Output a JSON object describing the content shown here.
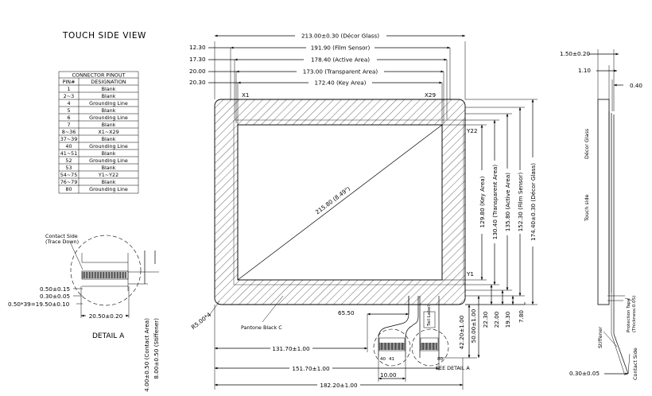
{
  "title": "TOUCH SIDE VIEW",
  "detail_title": "DETAIL A",
  "pinout": {
    "title": "CONNECTOR PINOUT",
    "headers": [
      "PIN#",
      "DESIGNATION"
    ],
    "rows": [
      [
        "1",
        "Blank"
      ],
      [
        "2~3",
        "Blank"
      ],
      [
        "4",
        "Grounding Line"
      ],
      [
        "5",
        "Blank"
      ],
      [
        "6",
        "Grounding Line"
      ],
      [
        "7",
        "Blank"
      ],
      [
        "8~36",
        "X1~X29"
      ],
      [
        "37~39",
        "Blank"
      ],
      [
        "40",
        "Grounding Line"
      ],
      [
        "41~51",
        "Blank"
      ],
      [
        "52",
        "Grounding Line"
      ],
      [
        "53",
        "Blank"
      ],
      [
        "54~75",
        "Y1~Y22"
      ],
      [
        "76~79",
        "Blank"
      ],
      [
        "80",
        "Grounding Line"
      ]
    ]
  },
  "top_dims": {
    "offsets": [
      "12.30",
      "17.30",
      "20.00",
      "20.30"
    ],
    "lines": [
      "213.00±0.30 (Décor Glass)",
      "191.90 (Film Sensor)",
      "178.40 (Active Area)",
      "173.00 (Transparent Area)",
      "172.40 (Key Area)"
    ]
  },
  "labels": {
    "x1": "X1",
    "x29": "X29",
    "y22": "Y22",
    "y1": "Y1",
    "diagonal": "215.80 (8.49\")",
    "radius": "R5.00*4",
    "pantone": "Pantone Black C",
    "see_detail": "SEE DETAIL A",
    "tail_label": "Tail Label",
    "pin40": "40",
    "pin41": "41",
    "pin80": "80"
  },
  "right_dims": [
    "129.80 (Key Area)",
    "130.40 (Transparent Area)",
    "135.80 (Active Area)",
    "152.30 (Film Sensor)",
    "174.40±0.30 (Décor Glass)"
  ],
  "bottom_dims": {
    "d6550": "65.50",
    "vertical": [
      "42.20±1.00",
      "50.00±1.00",
      "22.30",
      "22.00",
      "19.30",
      "7.80"
    ],
    "horizontal": [
      "131.70±1.00",
      "151.70±1.00",
      "10.00",
      "182.20±1.00"
    ]
  },
  "detail_a": {
    "contact_side": [
      "Contact Side",
      "(Trace Down)"
    ],
    "dims": [
      "0.50±0.15",
      "0.30±0.05",
      "0.50*39=19.50±0.10",
      "20.50±0.20",
      "4.00±0.50 (Contact Area)",
      "8.00±0.50 (Stiffener)"
    ]
  },
  "side_view": {
    "dims": [
      "1.50±0.20",
      "1.10",
      "0.40",
      "0.30±0.05"
    ],
    "labels": [
      "Décor Glass",
      "Touch side",
      "Protection Tape",
      "(Thickness:0.05)",
      "Stiffener",
      "Contact Side"
    ]
  }
}
